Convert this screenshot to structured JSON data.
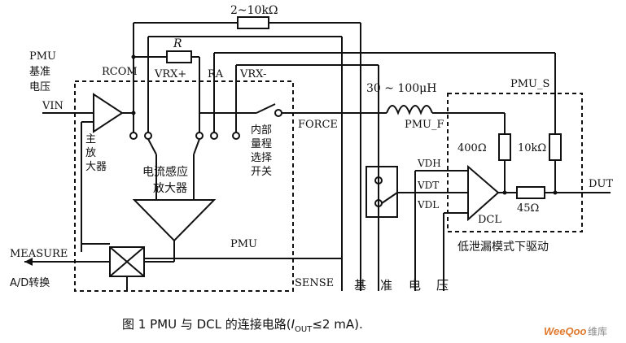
{
  "labels": {
    "res_top": "2~10kΩ",
    "res_r": "R",
    "pmu_line1": "PMU",
    "pmu_line2": "基准",
    "pmu_line3": "电压",
    "vin": "VIN",
    "rcom": "RCOM",
    "vrx_plus": "VRX+",
    "ra": "RA",
    "vrx_minus": "VRX-",
    "main_amp_1": "主",
    "main_amp_2": "放",
    "main_amp_3": "大器",
    "internal_1": "内部",
    "internal_2": "量程",
    "internal_3": "选择",
    "internal_4": "开关",
    "sense_amp_1": "电流感应",
    "sense_amp_2": "放大器",
    "pmu_block": "PMU",
    "force": "FORCE",
    "inductor": "30 ~ 100μH",
    "pmu_f": "PMU_F",
    "pmu_s": "PMU_S",
    "r400": "400Ω",
    "r10k": "10kΩ",
    "r45": "45Ω",
    "vdh": "VDH",
    "vdt": "VDT",
    "vdl": "VDL",
    "dcl": "DCL",
    "dut": "DUT",
    "low_leak": "低泄漏模式下驱动",
    "measure": "MEASURE",
    "ad": "A/D转换",
    "sense": "SENSE",
    "ref_1": "基",
    "ref_2": "准",
    "ref_3": "电",
    "ref_4": "压"
  },
  "caption": {
    "prefix": "图 1  PMU 与 DCL 的连接电路(",
    "i_main": "I",
    "i_sub": "OUT",
    "suffix": "≤2 mA)."
  },
  "watermark": {
    "brand": "WeeQoo",
    "suffix": "维库"
  }
}
